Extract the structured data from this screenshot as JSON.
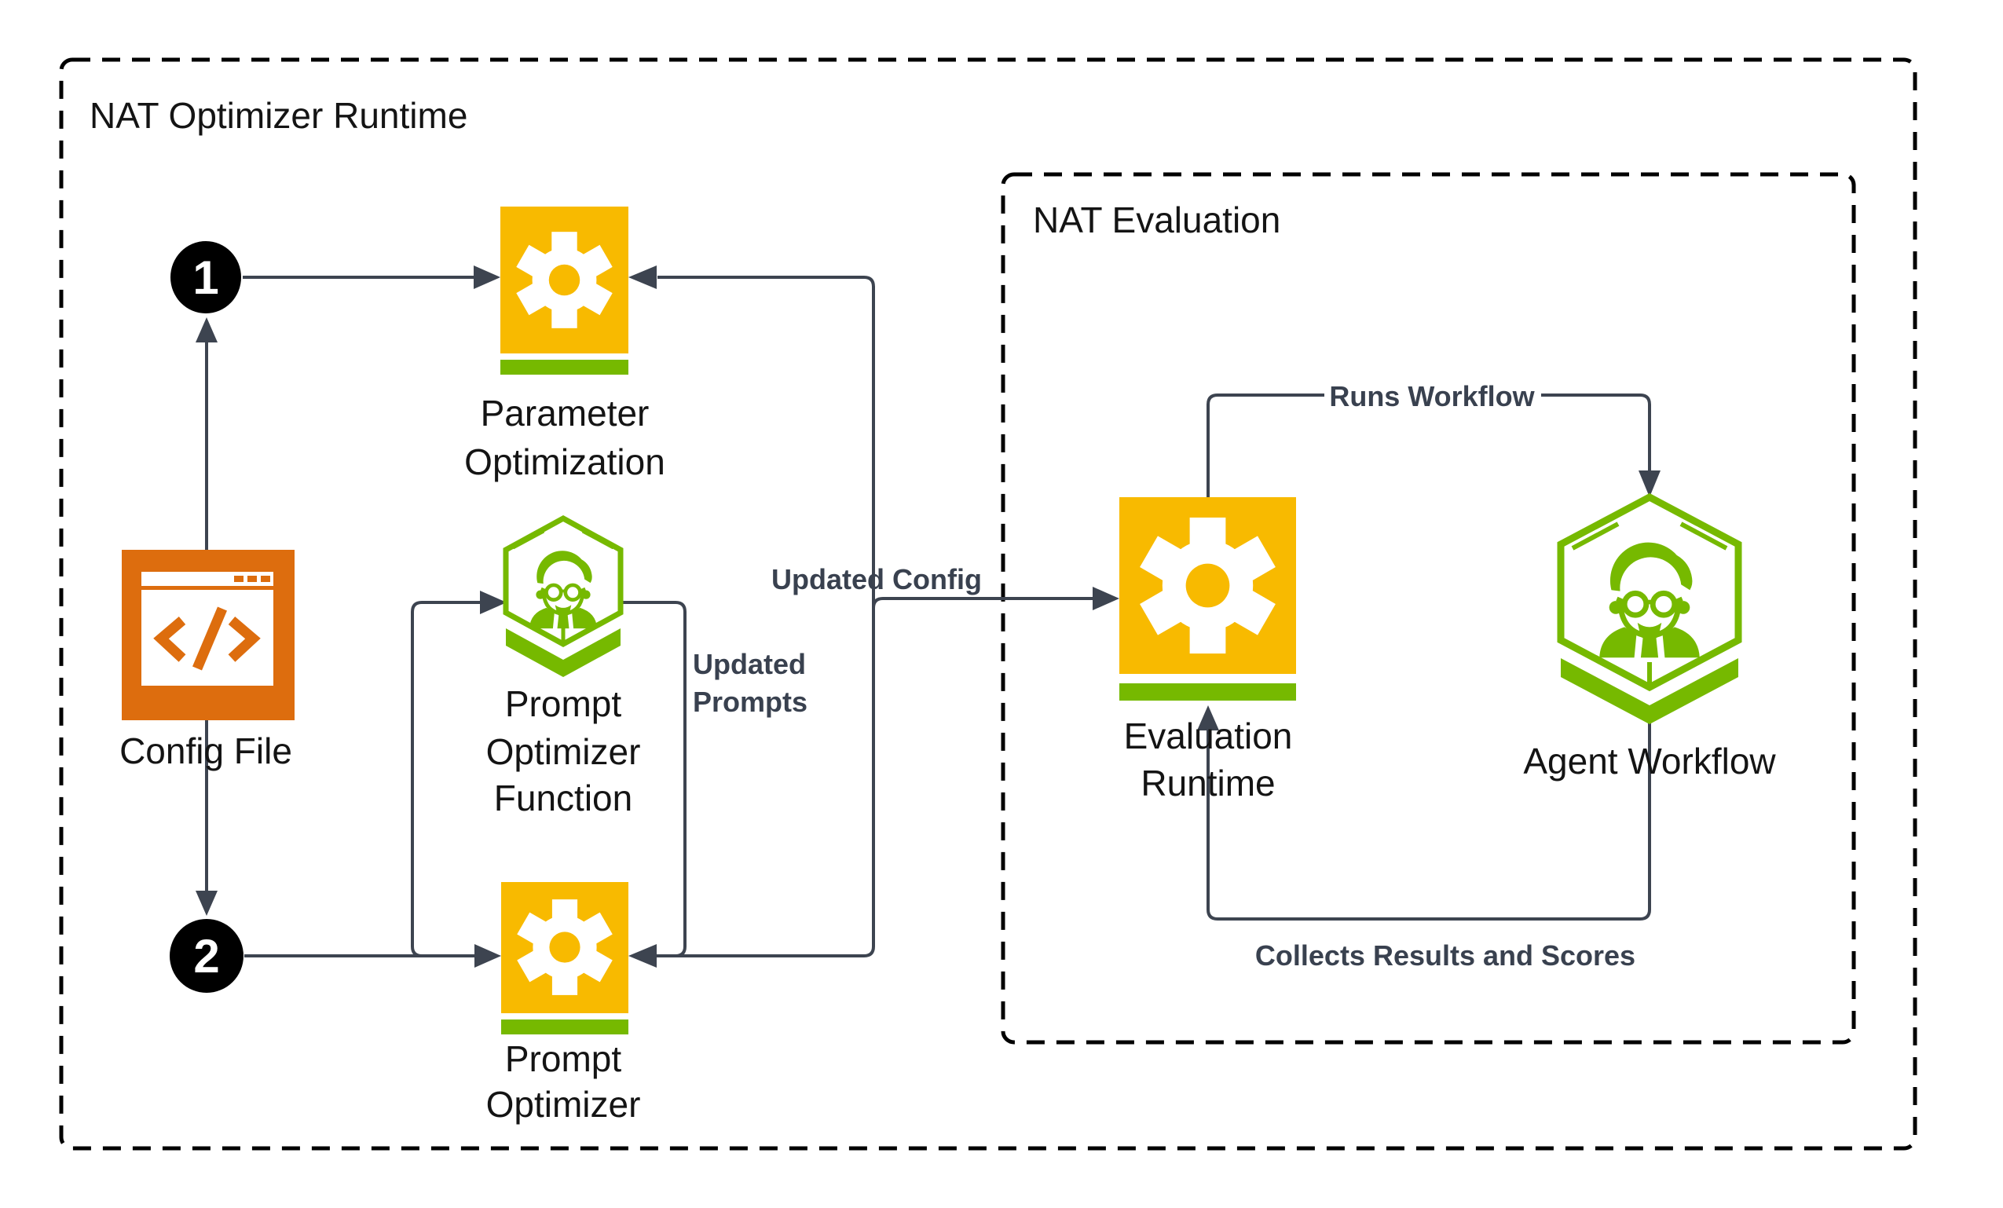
{
  "diagram": {
    "outer_title": "NAT Optimizer Runtime",
    "inner_title": "NAT Evaluation"
  },
  "badges": {
    "step1": "1",
    "step2": "2"
  },
  "nodes": {
    "parameter_optimization": {
      "line1": "Parameter",
      "line2": "Optimization"
    },
    "config_file": {
      "label": "Config File"
    },
    "prompt_optimizer_function": {
      "line1": "Prompt",
      "line2": "Optimizer",
      "line3": "Function"
    },
    "prompt_optimizer": {
      "line1": "Prompt",
      "line2": "Optimizer"
    },
    "evaluation_runtime": {
      "line1": "Evaluation",
      "line2": "Runtime"
    },
    "agent_workflow": {
      "label": "Agent Workflow"
    }
  },
  "edge_labels": {
    "updated_config": "Updated Config",
    "updated_prompts_line1": "Updated",
    "updated_prompts_line2": "Prompts",
    "runs_workflow": "Runs Workflow",
    "collects_results": "Collects Results and Scores"
  },
  "icons": {
    "gear": "gear-icon",
    "agent_person": "agent-person-icon",
    "code_file": "code-file-icon",
    "step_badge": "numbered-step-badge"
  },
  "colors": {
    "nvidia_green": "#76B900",
    "gear_yellow": "#F8BA00",
    "config_orange": "#DD6D0E",
    "edge_gray": "#3D4450",
    "dashed_border": "#000000"
  }
}
